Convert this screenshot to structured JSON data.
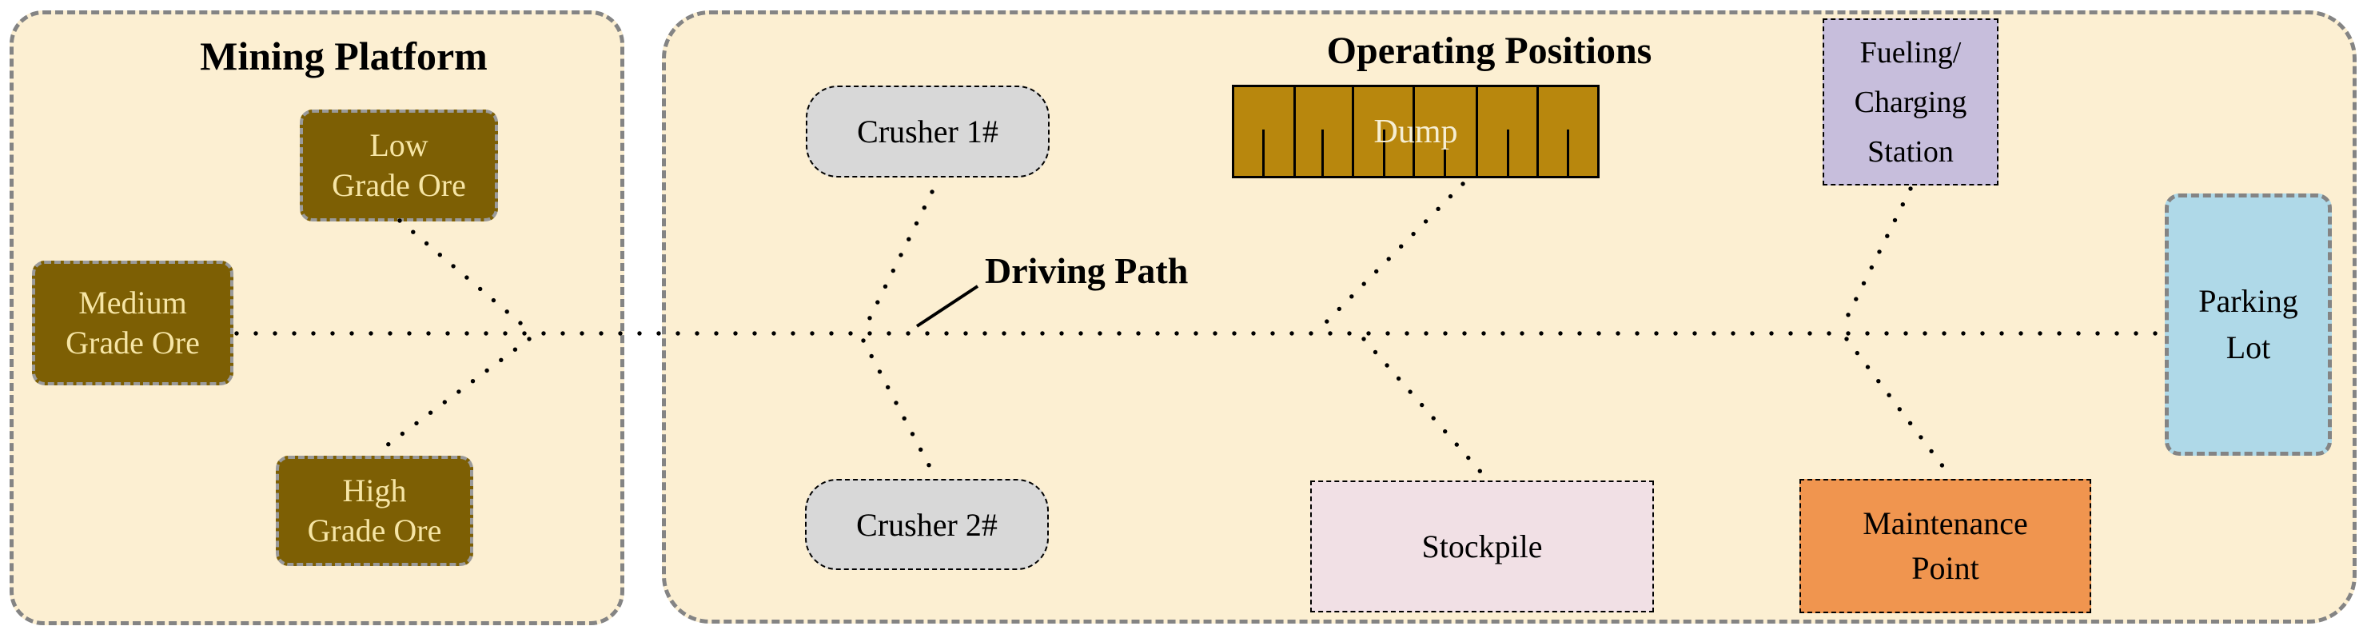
{
  "colors": {
    "panel_fill": "#FCEFD2",
    "panel_border": "#848484",
    "ore_fill": "#7D5F04",
    "ore_text": "#F6E5A5",
    "crusher_fill": "#D8D8D8",
    "dump_fill": "#B8870D",
    "dump_text": "#F6EED2",
    "fueling_fill": "#C7BEDC",
    "stockpile_fill": "#F1E0E5",
    "maintenance_fill": "#F0954F",
    "parking_fill": "#AFD9E8",
    "path_dot_color": "#000000"
  },
  "mining_platform": {
    "title": "Mining Platform",
    "low_grade_ore": "Low\nGrade Ore",
    "medium_grade_ore": "Medium\nGrade Ore",
    "high_grade_ore": "High\nGrade Ore"
  },
  "operating_positions": {
    "title": "Operating Positions",
    "crusher_1": "Crusher 1#",
    "crusher_2": "Crusher  2#",
    "dump": "Dump",
    "fueling_station": "Fueling/\nCharging\nStation",
    "stockpile": "Stockpile",
    "maintenance_point": "Maintenance\nPoint",
    "parking_lot": "Parking\nLot"
  },
  "driving_path_label": "Driving Path"
}
